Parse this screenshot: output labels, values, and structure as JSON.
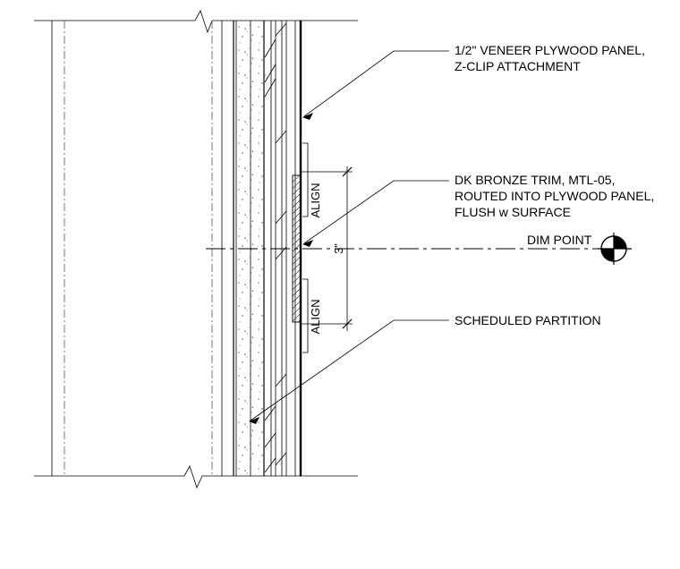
{
  "notes": {
    "veneer_line1": "1/2\" VENEER PLYWOOD PANEL,",
    "veneer_line2": "Z-CLIP ATTACHMENT",
    "trim_line1": "DK BRONZE TRIM, MTL-05,",
    "trim_line2": "ROUTED INTO PLYWOOD PANEL,",
    "trim_line3": "FLUSH w SURFACE",
    "partition": "SCHEDULED PARTITION",
    "dim_point": "DIM POINT"
  },
  "dimensions": {
    "align_top": "ALIGN",
    "align_bottom": "ALIGN",
    "trim_height": "3\""
  },
  "colors": {
    "line": "#000000",
    "background": "#ffffff"
  }
}
